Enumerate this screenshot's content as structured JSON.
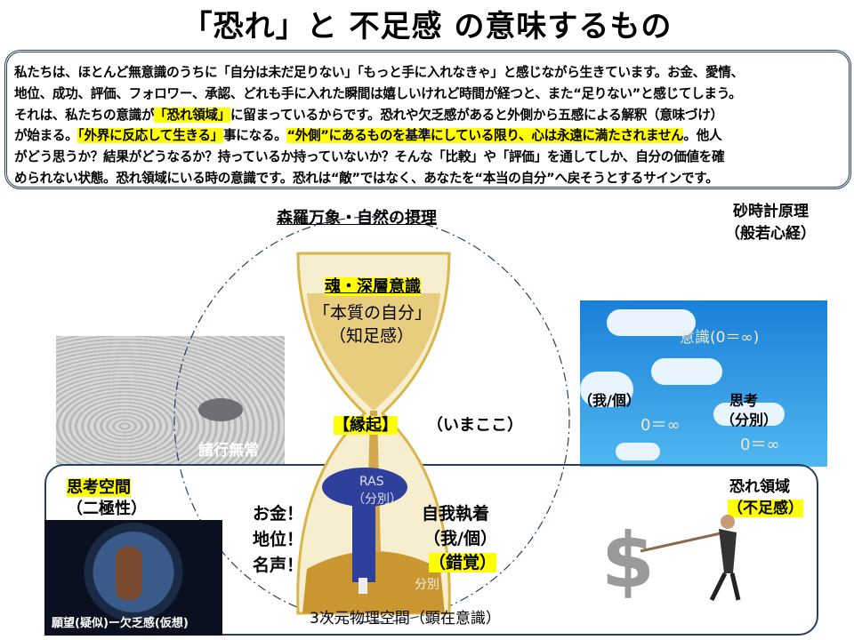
{
  "title": "「恐れ」と 不足感 の意味するもの",
  "intro": {
    "l1": "私たちは、ほとんど無意識のうちに「自分は未だ足りない」「もっと手に入れなきゃ」と感じながら生きています。お金、愛情、",
    "l2": "地位、成功、評価、フォロワー、承認、どれも手に入れた瞬間は嬉しいけれど時間が経つと、また“足りない”と感じてしまう。",
    "l3a": "それは、私たちの意識が",
    "l3h": "「恐れ領域」",
    "l3b": "に留まっているからです。恐れや欠乏感があると外側から五感による解釈（意味づけ）",
    "l4a": "が始まる。",
    "l4h1": "「外界に反応して生きる」",
    "l4b": "事になる。",
    "l4h2": "“外側”にあるものを基準にしている限り、心は永遠に満たされません",
    "l4c": "。他人",
    "l5": "がどう思うか？結果がどうなるか？持っているか持っていないか？そんな「比較」や「評価」を通してしか、自分の価値を確",
    "l6": "められない状態。恐れ領域にいる時の意識です。恐れは“敵”ではなく、あなたを“本当の自分”へ戻そうとするサインです。"
  },
  "diagram": {
    "nature": "森羅万象・自然の摂理",
    "hourglass_principle_1": "砂時計原理",
    "hourglass_principle_2": "（般若心経）",
    "soul": "魂・深層意識",
    "true_self": "「本質の自分」",
    "contentment": "（知足感）",
    "engi": "【縁起】",
    "here_now": "（いまここ）",
    "impermanence": "諸行無常",
    "sky": {
      "consciousness": "意識(0＝∞)",
      "self": "（我/個）",
      "zero1": "0＝∞",
      "thought": "思考",
      "discrimination": "（分別）",
      "zero2": "0＝∞"
    },
    "thought_space": "思考空間",
    "duality": "（二極性）",
    "money": "お金！",
    "status": "地位！",
    "fame": "名声！",
    "ras": "RAS",
    "ras_sub": "（分別）",
    "sand_label": "分別",
    "ego": "自我執着",
    "ego_sub": "（我/個）",
    "illusion": "（錯覚）",
    "fear_zone": "恐れ領域",
    "lack": "（不足感）",
    "physical": "3次元物理空間（顕在意識）",
    "desire": "願望(疑似)ー欠乏感(仮想)"
  },
  "colors": {
    "highlight": "#ffff00",
    "border": "#2c3e60",
    "sky": "#3a9be0",
    "gold": "#d9a93a"
  }
}
